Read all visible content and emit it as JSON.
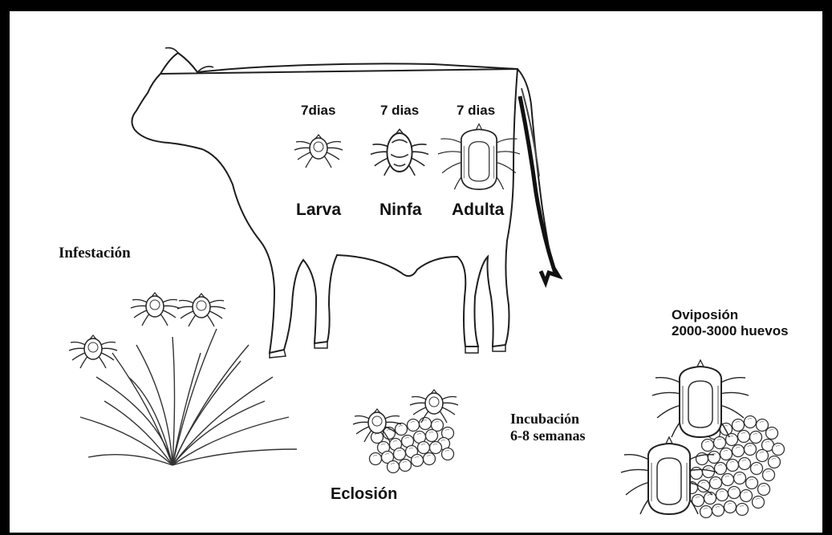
{
  "stages": {
    "larva": {
      "days": "7dias",
      "name": "Larva"
    },
    "ninfa": {
      "days": "7 dias",
      "name": "Ninfa"
    },
    "adulta": {
      "days": "7 dias",
      "name": "Adulta"
    }
  },
  "labels": {
    "infestacion": "Infestación",
    "oviposicion_line1": "Oviposión",
    "oviposicion_line2": "2000-3000 huevos",
    "incubacion_line1": "Incubación",
    "incubacion_line2": "6-8 semanas",
    "eclosion": "Eclosión"
  },
  "colors": {
    "ink": "#1a1a1a",
    "frame": "#000000",
    "background": "#ffffff"
  }
}
